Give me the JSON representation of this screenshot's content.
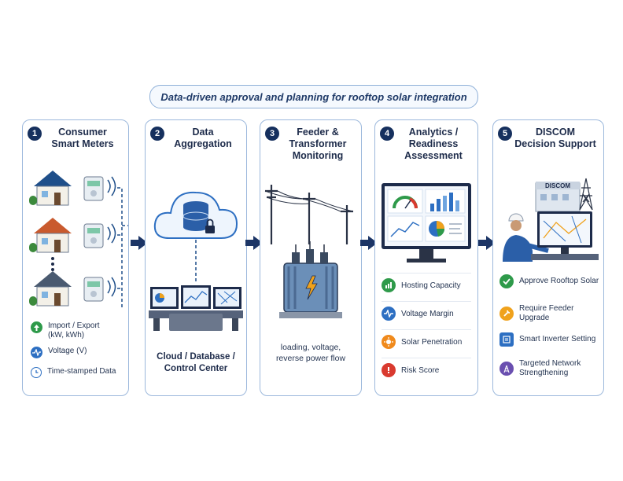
{
  "title": "Data-driven approval and planning for rooftop solar integration",
  "steps": [
    {
      "number": "1",
      "title_line1": "Consumer",
      "title_line2": "Smart Meters",
      "legend": [
        {
          "label": "Import / Export (kW, kWh)",
          "icon": "up-down-arrow-icon",
          "color": "#2e9a4a"
        },
        {
          "label": "Voltage (V)",
          "icon": "waveform-icon",
          "color": "#2d6fc2"
        },
        {
          "label": "Time-stamped Data",
          "icon": "clock-icon",
          "color": "#2d6fc2"
        }
      ]
    },
    {
      "number": "2",
      "title_line1": "Data",
      "title_line2": "Aggregation",
      "caption_line1": "Cloud / Database /",
      "caption_line2": "Control Center"
    },
    {
      "number": "3",
      "title_line1": "Feeder &",
      "title_line2": "Transformer",
      "title_line3": "Monitoring",
      "caption_line1": "loading, voltage,",
      "caption_line2": "reverse power flow"
    },
    {
      "number": "4",
      "title_line1": "Analytics /",
      "title_line2": "Readiness",
      "title_line3": "Assessment",
      "metrics": [
        {
          "label": "Hosting Capacity",
          "icon": "bar-chart-icon",
          "color": "#2e9a4a"
        },
        {
          "label": "Voltage Margin",
          "icon": "waveform-icon",
          "color": "#2d6fc2"
        },
        {
          "label": "Solar Penetration",
          "icon": "sun-icon",
          "color": "#f08a1c"
        },
        {
          "label": "Risk Score",
          "icon": "warning-icon",
          "color": "#d93a2f"
        }
      ]
    },
    {
      "number": "5",
      "title_line1": "DISCOM",
      "title_line2": "Decision Support",
      "building_label": "DISCOM",
      "decisions": [
        {
          "label": "Approve Rooftop Solar",
          "icon": "check-icon",
          "color": "#2e9a4a"
        },
        {
          "label": "Require Feeder Upgrade",
          "icon": "wrench-icon",
          "color": "#f0a21c"
        },
        {
          "label": "Smart Inverter Setting",
          "icon": "inverter-icon",
          "color": "#2d6fc2"
        },
        {
          "label": "Targeted Network Strengthening",
          "icon": "tower-icon",
          "color": "#6a4fb0"
        }
      ]
    }
  ],
  "colors": {
    "navy": "#16305e",
    "border": "#9cb8dc",
    "accent_orange": "#f08a1c"
  }
}
